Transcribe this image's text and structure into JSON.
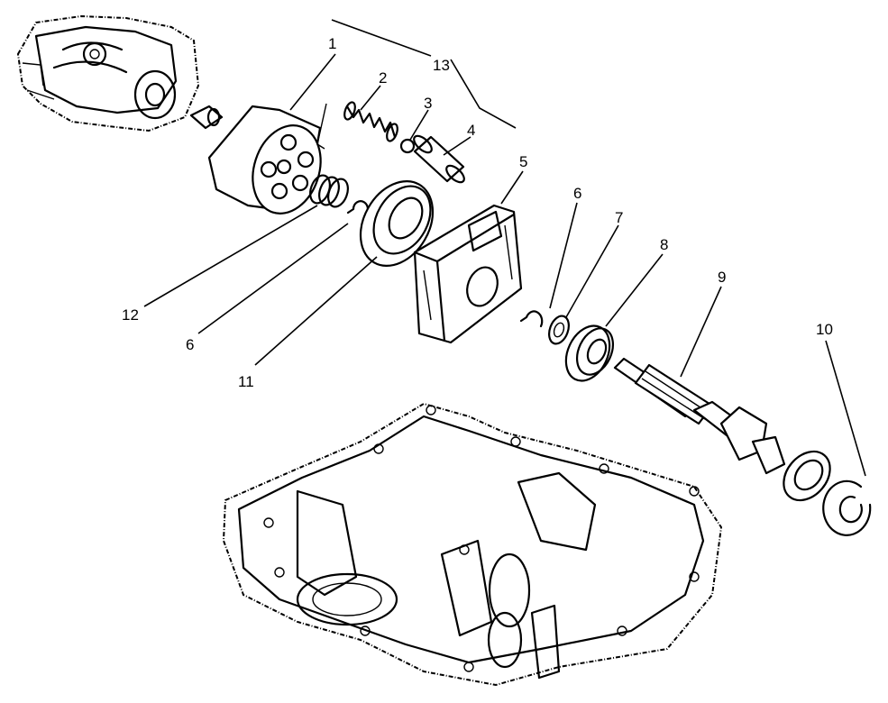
{
  "figure": {
    "callouts": [
      {
        "id": "c1",
        "label": "1"
      },
      {
        "id": "c2",
        "label": "2"
      },
      {
        "id": "c3",
        "label": "3"
      },
      {
        "id": "c4",
        "label": "4"
      },
      {
        "id": "c5",
        "label": "5"
      },
      {
        "id": "c6a",
        "label": "6"
      },
      {
        "id": "c7",
        "label": "7"
      },
      {
        "id": "c8",
        "label": "8"
      },
      {
        "id": "c9",
        "label": "9"
      },
      {
        "id": "c10",
        "label": "10"
      },
      {
        "id": "c11",
        "label": "11"
      },
      {
        "id": "c12",
        "label": "12"
      },
      {
        "id": "c6b",
        "label": "6"
      },
      {
        "id": "c13",
        "label": "13"
      }
    ]
  }
}
